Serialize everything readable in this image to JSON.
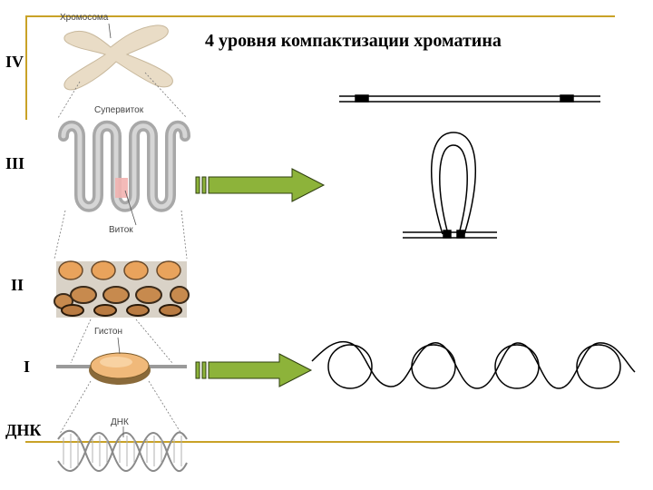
{
  "title": "4 уровня компактизации хроматина",
  "levels": {
    "iv": "IV",
    "iii": "III",
    "ii": "II",
    "i": "I",
    "dna": "ДНК"
  },
  "labels": {
    "chromosome": "Хромосома",
    "supercoil": "Супервиток",
    "coil": "Виток",
    "histone": "Гистон",
    "dna": "ДНК"
  },
  "colors": {
    "frame": "#c9a227",
    "arrow": "#8db33a",
    "chromosome": "#e9dcc6",
    "fiber": "#b4b4b4",
    "nucleosome": "#e9a35c"
  }
}
